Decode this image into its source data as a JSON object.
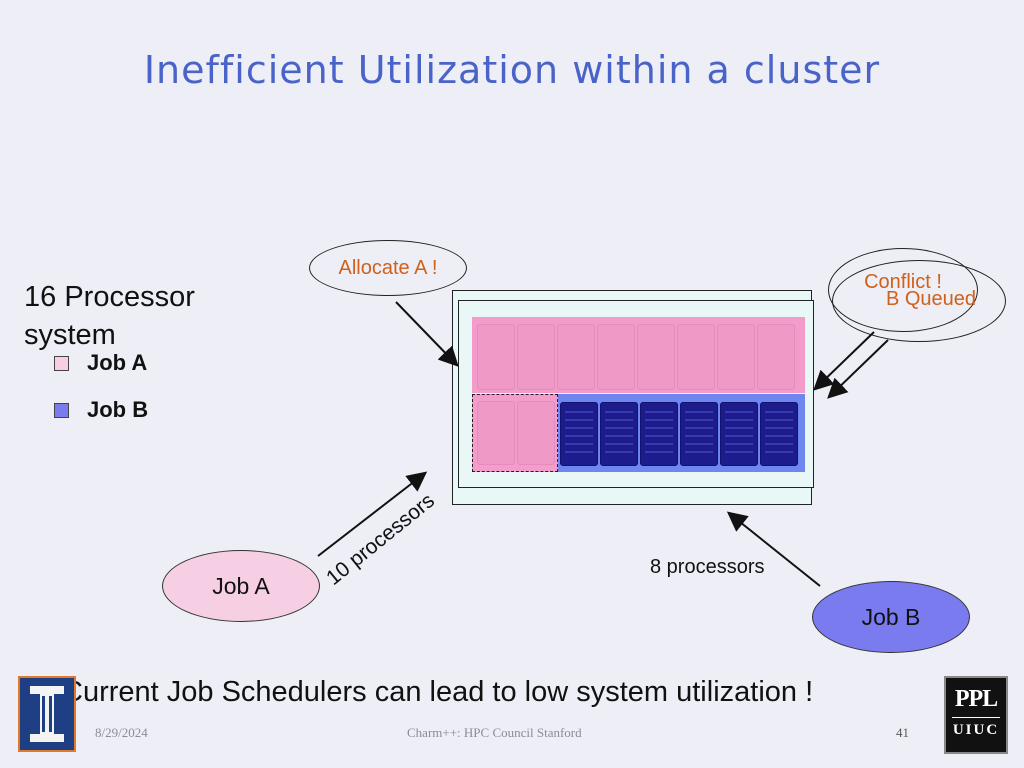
{
  "slide": {
    "title": "Inefficient Utilization within a cluster",
    "system_label_line1": "16 Processor",
    "system_label_line2": "system",
    "legend": [
      {
        "label": "Job A",
        "color": "#f6cfe4"
      },
      {
        "label": "Job B",
        "color": "#7b7bf0"
      }
    ],
    "callouts": {
      "allocate": "Allocate A !",
      "conflict": "Conflict !",
      "queued": "B Queued"
    },
    "jobs": {
      "job_a": "Job A",
      "job_b": "Job B"
    },
    "labels": {
      "ten_processors": "10 processors",
      "eight_processors": "8 processors"
    },
    "caption": "Current Job Schedulers can lead to low system utilization !",
    "footer": {
      "date": "8/29/2024",
      "center": "Charm++: HPC Council Stanford",
      "page": "41"
    },
    "logos": {
      "left": "illinois-logo",
      "right_top": "PPL",
      "right_bottom": "UIUC"
    },
    "colors": {
      "title": "#4a63c8",
      "job_a": "#f2c6df",
      "job_b": "#7b7bf0",
      "callout_text": "#d0601a"
    }
  }
}
